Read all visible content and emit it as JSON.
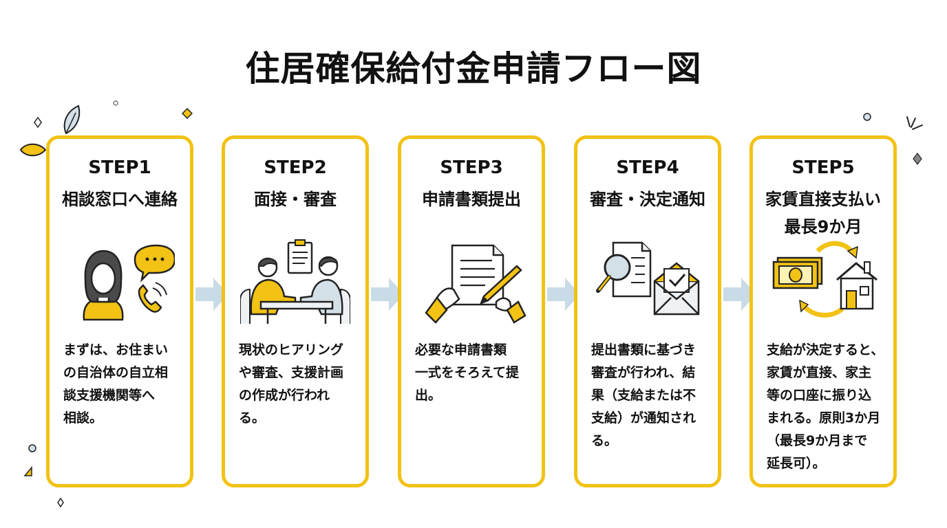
{
  "title": "住居確保給付金申請フロー図",
  "steps": [
    {
      "label": "STEP1",
      "title": "相談窓口へ連絡",
      "icon": "person-phone-icon",
      "description": "まずは、お住まい\nの自治体の自立相\n談支援機関等へ\n相談。"
    },
    {
      "label": "STEP2",
      "title": "面接・審査",
      "icon": "interview-icon",
      "description": "現状のヒアリング\nや審査、支援計画\nの作成が行われ\nる。"
    },
    {
      "label": "STEP3",
      "title": "申請書類提出",
      "icon": "document-sign-icon",
      "description": "必要な申請書類\n一式をそろえて提\n出。"
    },
    {
      "label": "STEP4",
      "title": "審査・決定通知",
      "icon": "review-notice-icon",
      "description": "提出書類に基づき\n審査が行われ、結\n果（支給または不\n支給）が通知され\nる。"
    },
    {
      "label": "STEP5",
      "title": "家賃直接支払い\n最長9か月",
      "icon": "money-house-icon",
      "description": "支給が決定すると、\n家賃が直接、家主\n等の口座に振り込\nまれる。原則3か月\n（最長9か月まで\n延長可）。"
    }
  ],
  "colors": {
    "accent": "#f2c214",
    "arrow": "#c9dbe6",
    "ink": "#1a1a1a",
    "paper": "#eef2f5"
  }
}
